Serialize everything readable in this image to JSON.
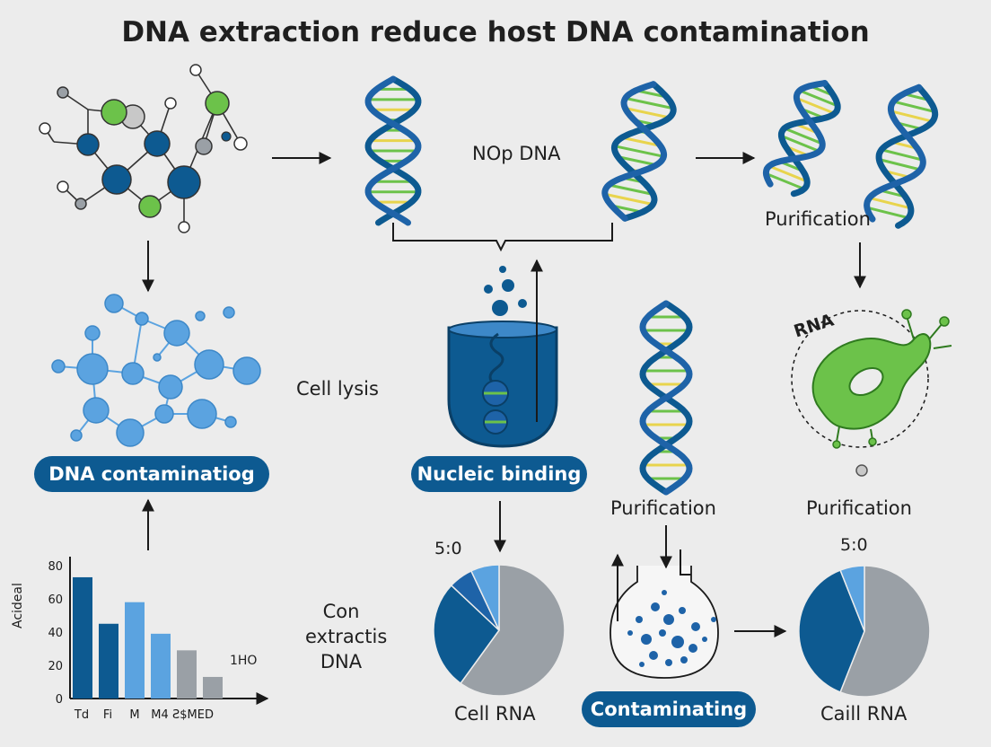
{
  "title": "DNA extraction reduce host DNA contamination",
  "labels": {
    "nop_dna": "NOp DNA",
    "purification_top": "Purification",
    "cell_lysis": "Cell lysis",
    "purification_mid": "Purification",
    "purification_right": "Purification",
    "con_extract_line1": "Con",
    "con_extract_line2": "extractis",
    "con_extract_line3": "DNA",
    "cell_rna": "Cell RNA",
    "caill_rna": "Caill RNA",
    "rna_arc": "RNA",
    "pie1_value": "5:0",
    "pie2_value": "5:0"
  },
  "pills": {
    "dna_contam": "DNA contaminatiog",
    "nucleic_binding": "Nucleic binding",
    "contaminating": "Contaminating"
  },
  "colors": {
    "dark_blue": "#0d5a91",
    "mid_blue": "#1e63a8",
    "light_blue": "#5ba3e0",
    "green": "#6cc24a",
    "gray": "#9aa0a6",
    "background": "#ececec"
  },
  "chart_data": [
    {
      "type": "bar",
      "ylabel": "Acideal",
      "yticks": [
        0,
        20,
        40,
        60,
        80
      ],
      "ylim": [
        0,
        80
      ],
      "categories": [
        "Td",
        "Fi",
        "M",
        "M4",
        "Ƨ$MED"
      ],
      "values": [
        73,
        45,
        58,
        39,
        29,
        13
      ],
      "bar_colors": [
        "#0d5a91",
        "#0d5a91",
        "#5ba3e0",
        "#5ba3e0",
        "#9aa0a6",
        "#9aa0a6"
      ],
      "annotation": "1HO"
    },
    {
      "type": "pie",
      "title": "5:0",
      "values": [
        60,
        27,
        6,
        7
      ],
      "colors": [
        "#9aa0a6",
        "#0d5a91",
        "#1e63a8",
        "#5ba3e0"
      ],
      "caption": "Cell RNA"
    },
    {
      "type": "pie",
      "title": "5:0",
      "values": [
        56,
        38,
        6
      ],
      "colors": [
        "#9aa0a6",
        "#0d5a91",
        "#5ba3e0"
      ],
      "caption": "Caill RNA"
    }
  ]
}
